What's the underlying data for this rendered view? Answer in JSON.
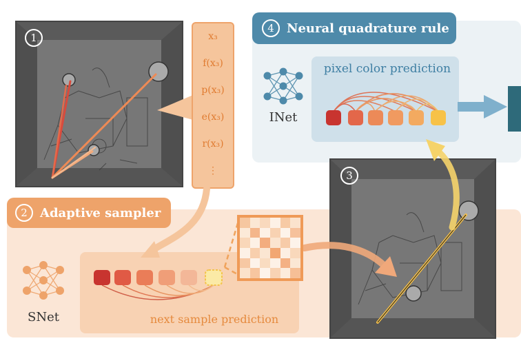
{
  "step1": {
    "number": "1"
  },
  "step2": {
    "number": "2",
    "title": "Adaptive sampler"
  },
  "step3": {
    "number": "3"
  },
  "step4": {
    "number": "4",
    "title": "Neural quadrature rule"
  },
  "samples": [
    "x₃",
    "f(x₃)",
    "p(x₃)",
    "e(x₃)",
    "r(x₃)",
    "⋮"
  ],
  "inet": {
    "label": "INet",
    "icon": "neural-network-icon"
  },
  "snet": {
    "label": "SNet",
    "icon": "neural-network-icon"
  },
  "pixel_panel": {
    "label": "pixel color prediction"
  },
  "next_panel": {
    "label": "next sample prediction"
  },
  "colors": {
    "neural_accent": "#4e8aaa",
    "adaptive_accent": "#eea36a",
    "scene_bg": "#5f5f5f",
    "node_gradient": [
      "#c8342f",
      "#e3674a",
      "#ec8a58",
      "#f09a60",
      "#f3aa60",
      "#f7c248"
    ]
  }
}
